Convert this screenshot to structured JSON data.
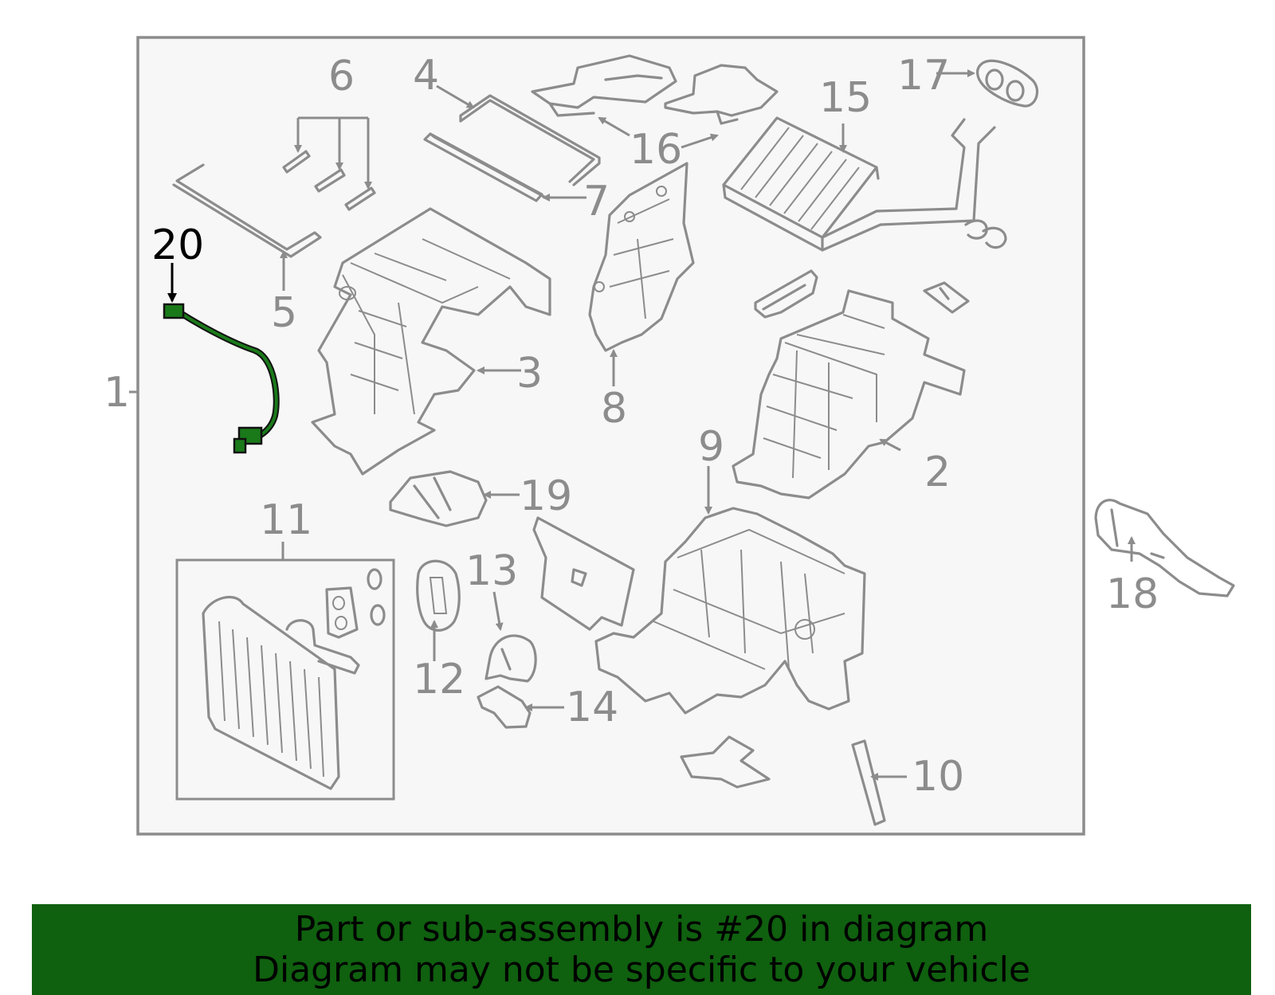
{
  "callouts": {
    "c1": "1",
    "c2": "2",
    "c3": "3",
    "c4": "4",
    "c5": "5",
    "c6": "6",
    "c7": "7",
    "c8": "8",
    "c9": "9",
    "c10": "10",
    "c11": "11",
    "c12": "12",
    "c13": "13",
    "c14": "14",
    "c15": "15",
    "c16": "16",
    "c17": "17",
    "c18": "18",
    "c19": "19",
    "c20": "20"
  },
  "highlighted_part": "20",
  "colors": {
    "line_art": "#8c8c8c",
    "highlight_part": "#1a7a1a",
    "banner_background": "#0f600f",
    "panel_background": "#f7f7f7"
  },
  "banner": {
    "line1": "Part or sub-assembly is #20 in diagram",
    "line2": "Diagram may not be specific to your vehicle"
  }
}
